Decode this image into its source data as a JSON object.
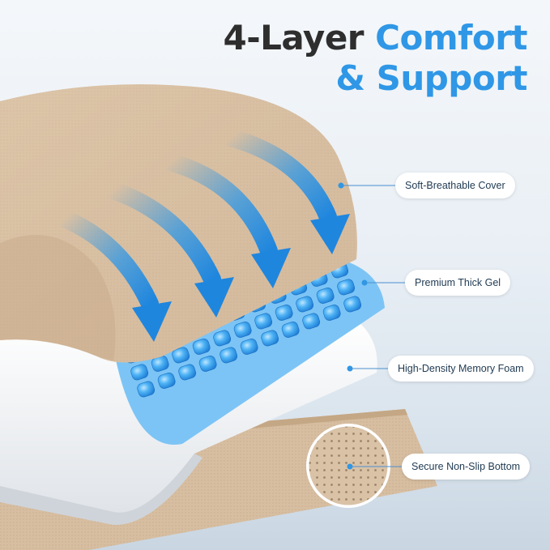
{
  "title": {
    "line1_dark": "4-Layer",
    "line1_blue": "Comfort",
    "line2_blue": "& Support"
  },
  "colors": {
    "accent_blue": "#2f97e6",
    "cover_beige": "#d9c0a3",
    "gel_blue": "#3aa7f0",
    "foam_white": "#f5f6f7",
    "title_dark": "#2e2e2e"
  },
  "layers": [
    {
      "label": "Soft-Breathable Cover"
    },
    {
      "label": "Premium Thick Gel"
    },
    {
      "label": "High-Density Memory Foam"
    },
    {
      "label": "Secure Non-Slip Bottom"
    }
  ],
  "icons": {
    "arrow": "down-arrow-icon",
    "magnifier": "zoom-circle-icon"
  }
}
